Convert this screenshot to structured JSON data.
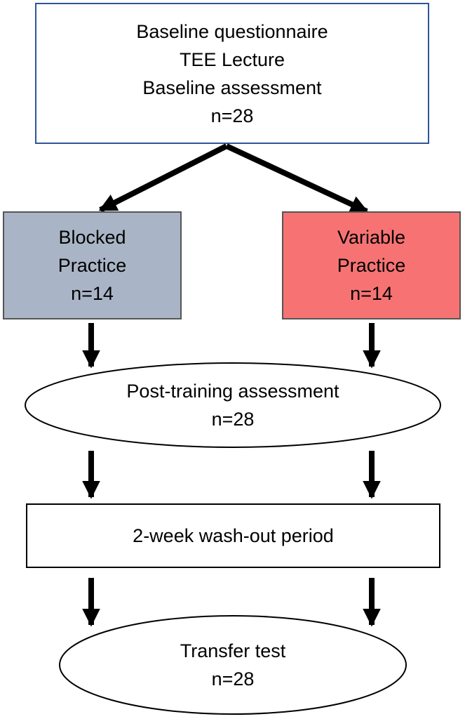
{
  "diagram": {
    "baseline": {
      "lines": [
        "Baseline questionnaire",
        "TEE Lecture",
        "Baseline assessment",
        "n=28"
      ]
    },
    "blocked": {
      "lines": [
        "Blocked",
        "Practice",
        "n=14"
      ],
      "fill_color": "#a9b5c6"
    },
    "variable": {
      "lines": [
        "Variable",
        "Practice",
        "n=14"
      ],
      "fill_color": "#f77373"
    },
    "post_training": {
      "lines": [
        "Post-training assessment",
        "n=28"
      ]
    },
    "washout": {
      "lines": [
        "2-week wash-out period"
      ]
    },
    "transfer": {
      "lines": [
        "Transfer test",
        "n=28"
      ]
    },
    "colors": {
      "box_border_top": "#2f5597",
      "box_border": "#4a4a4a",
      "arrow": "#000000"
    }
  }
}
